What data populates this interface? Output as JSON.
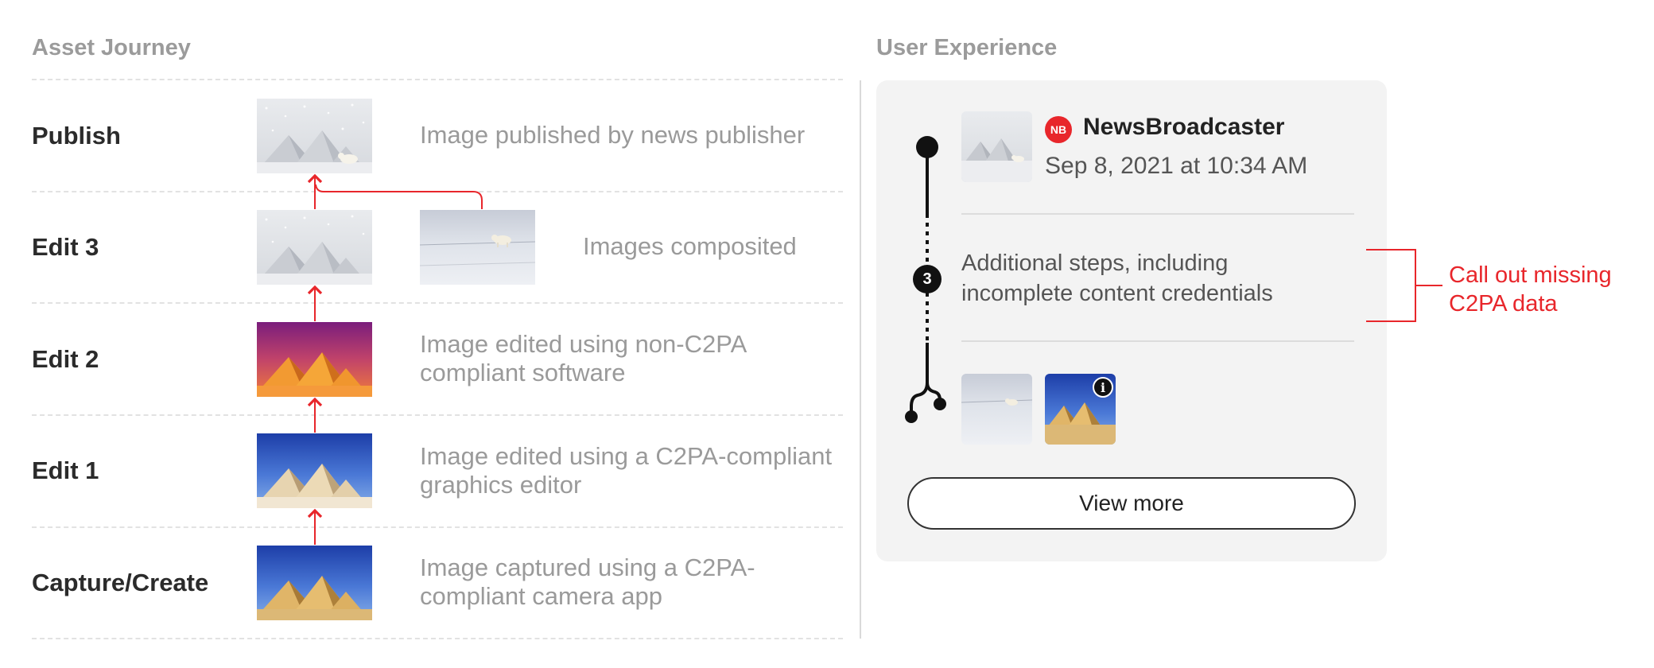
{
  "asset_journey": {
    "title": "Asset Journey",
    "rows": [
      {
        "stage": "Publish",
        "description": "Image published by news publisher",
        "image": "snow-pyramids-bear"
      },
      {
        "stage": "Edit 3",
        "description": "Images composited",
        "image": "snow-pyramids",
        "secondary_image": "polar-bear"
      },
      {
        "stage": "Edit 2",
        "description": "Image edited using non-C2PA compliant software",
        "image": "purple-pyramids"
      },
      {
        "stage": "Edit 1",
        "description": "Image edited using a C2PA-compliant graphics editor",
        "image": "blue-pyramids"
      },
      {
        "stage": "Capture/Create",
        "description": "Image captured using a C2PA-compliant camera app",
        "image": "pyramids"
      }
    ],
    "arrow_color": "#e8262b"
  },
  "user_experience": {
    "title": "User Experience",
    "publisher": {
      "badge": "NB",
      "name": "NewsBroadcaster",
      "date": "Sep 8, 2021 at 10:34 AM",
      "badge_color": "#e8262b"
    },
    "additional_steps": {
      "count": "3",
      "text": "Additional steps, including incomplete content credentials"
    },
    "ingredient_info_icon": "i",
    "view_more": "View more"
  },
  "callout": {
    "text": "Call out missing C2PA data",
    "color": "#e8262b"
  }
}
